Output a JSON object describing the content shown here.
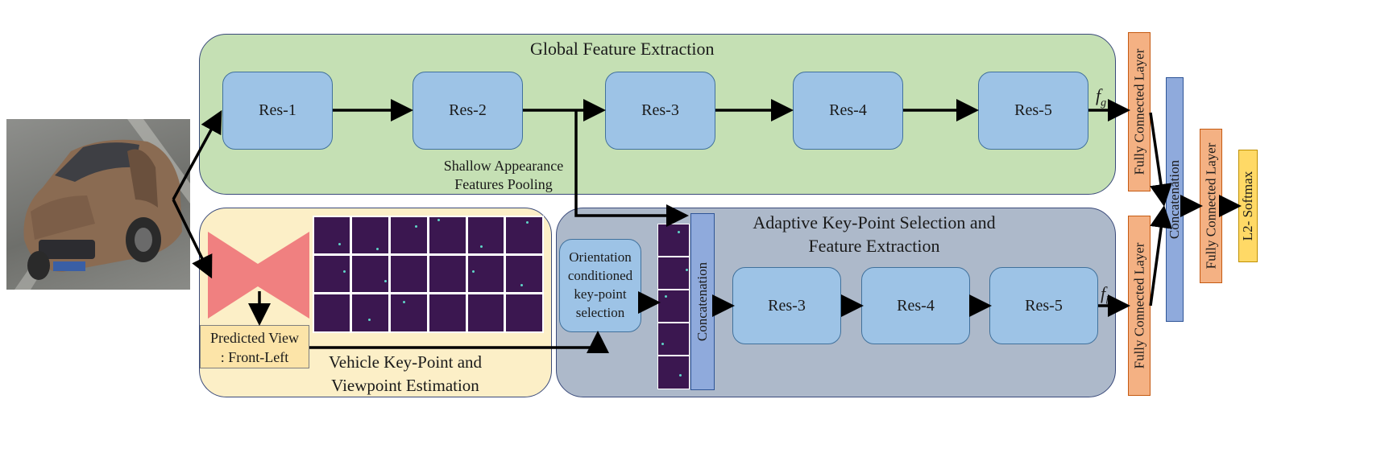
{
  "global": {
    "title": "Global Feature Extraction"
  },
  "res_blocks": {
    "res1": "Res-1",
    "res2": "Res-2",
    "res3": "Res-3",
    "res4": "Res-4",
    "res5": "Res-5"
  },
  "pooling_label": {
    "line1": "Shallow Appearance",
    "line2": "Features Pooling"
  },
  "keypoint_panel": {
    "line1": "Vehicle Key-Point and",
    "line2": "Viewpoint Estimation"
  },
  "predicted_view": {
    "line1": "Predicted View",
    "line2": ": Front-Left"
  },
  "adaptive": {
    "line1": "Adaptive Key-Point Selection and",
    "line2": "Feature Extraction"
  },
  "orientation": {
    "line1": "Orientation",
    "line2": "conditioned",
    "line3": "key-point",
    "line4": "selection"
  },
  "local_res": {
    "res3": "Res-3",
    "res4": "Res-4",
    "res5": "Res-5"
  },
  "concat_label": "Concatenation",
  "fc_label": "Fully Connected Layer",
  "softmax_label": "L2- Softmax",
  "feature_symbols": {
    "fg": "f",
    "fg_sub": "g",
    "fl": "f",
    "fl_sub": "l"
  },
  "colors": {
    "green_panel": "#c5e0b4",
    "yellow_panel": "#fcefc7",
    "slate_panel": "#adb9ca",
    "res_block": "#9dc3e6",
    "fc": "#f4b183",
    "concat": "#8faadc",
    "softmax": "#ffd966",
    "decoder": "#f08080",
    "heatmap": "#3b1750"
  }
}
